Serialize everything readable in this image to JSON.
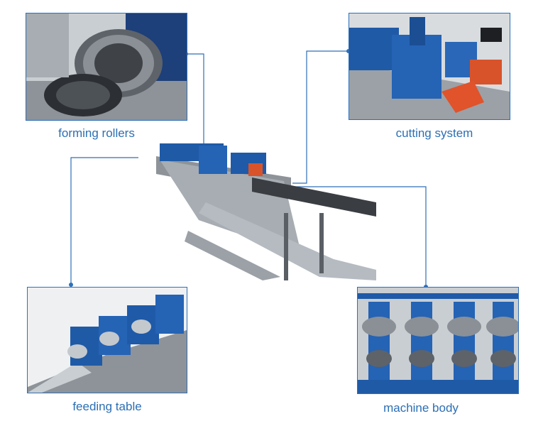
{
  "labels": {
    "forming": "forming rollers",
    "cutting": "cutting system",
    "feeding": "feeding table",
    "body": "machine body"
  },
  "colors": {
    "accent": "#2f6fb7",
    "caption": "#2c6fb4",
    "machine_blue": "#1e5aa8",
    "steel": "#9aa0a6"
  }
}
